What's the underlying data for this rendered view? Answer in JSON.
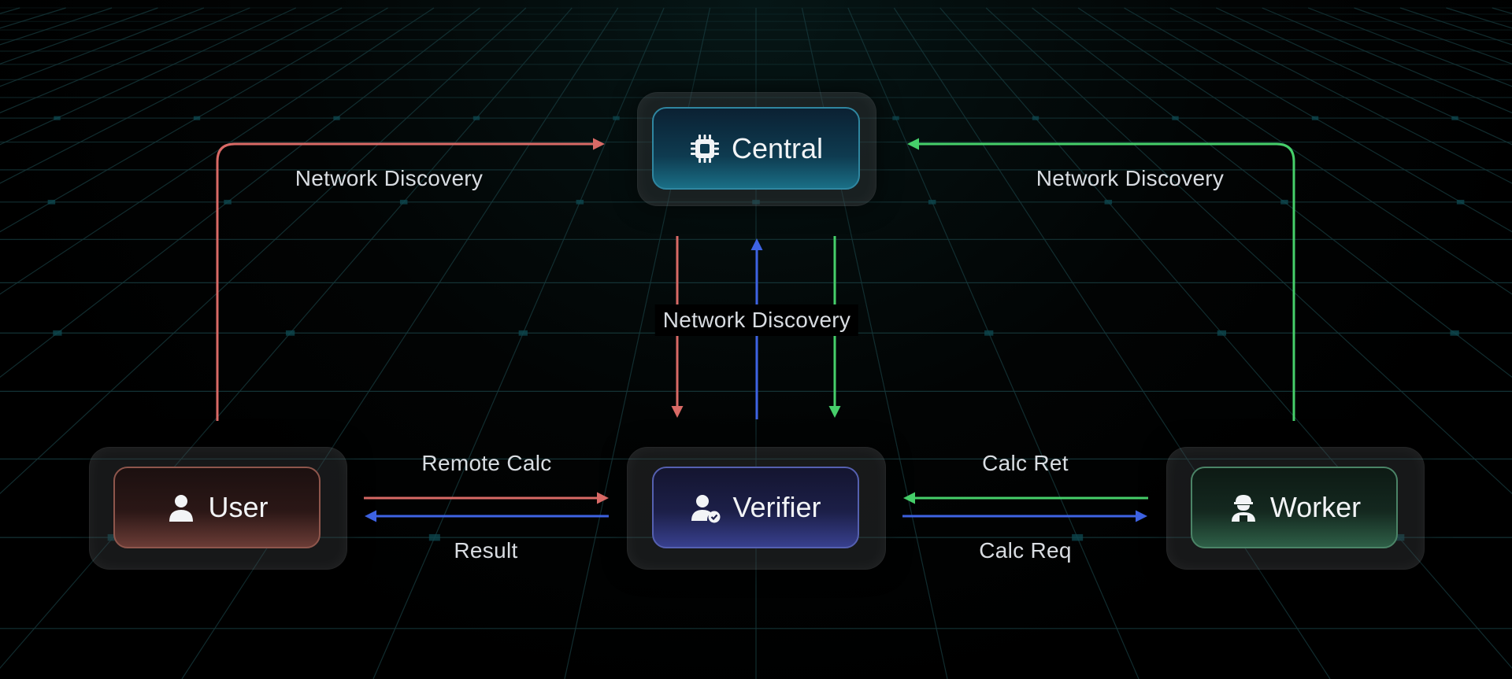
{
  "colors": {
    "user_flow": "#d96a66",
    "verifier_flow": "#3e63e3",
    "worker_flow": "#46cf6a",
    "label_text": "#d9dde2",
    "grid_line": "#16383b",
    "grid_node": "#0e4a52"
  },
  "nodes": {
    "central": {
      "label": "Central",
      "icon": "chip-icon"
    },
    "user": {
      "label": "User",
      "icon": "person-icon"
    },
    "verifier": {
      "label": "Verifier",
      "icon": "person-check-icon"
    },
    "worker": {
      "label": "Worker",
      "icon": "worker-hardhat-icon"
    }
  },
  "edges": {
    "user_to_central": "Network Discovery",
    "worker_to_central": "Network Discovery",
    "central_verifier": "Network Discovery",
    "user_to_verifier": "Remote Calc",
    "verifier_to_user": "Result",
    "worker_to_verifier": "Calc Ret",
    "verifier_to_worker": "Calc Req"
  }
}
